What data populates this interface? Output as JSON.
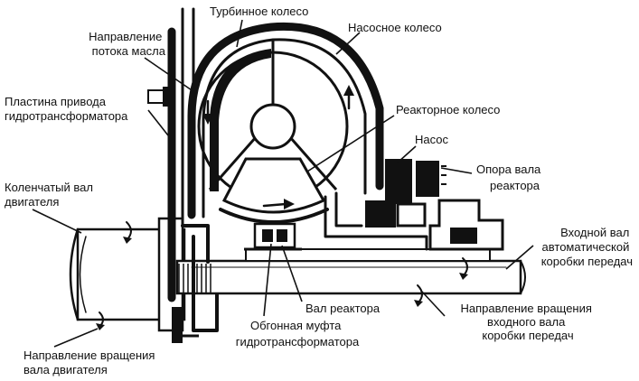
{
  "colors": {
    "ink": "#111111",
    "paper": "#ffffff"
  },
  "labels": {
    "turbine_wheel": "Турбинное колесо",
    "pump_wheel": "Насосное колесо",
    "oil_flow_direction": [
      "Направление",
      "потока масла"
    ],
    "converter_drive_plate": [
      "Пластина привода",
      "гидротрансформатора"
    ],
    "reactor_wheel": "Реакторное колесо",
    "pump": "Насос",
    "reactor_shaft_support": [
      "Опора вала",
      "реактора"
    ],
    "crankshaft": [
      "Коленчатый вал",
      "двигателя"
    ],
    "transmission_input_shaft": [
      "Входной вал",
      "автоматической",
      "коробки передач"
    ],
    "reactor_shaft": "Вал реактора",
    "overrunning_clutch": [
      "Обгонная муфта",
      "гидротрансформатора"
    ],
    "input_shaft_rotation": [
      "Направление вращения",
      "входного вала",
      "коробки передач"
    ],
    "engine_shaft_rotation": [
      "Направление вращения",
      "вала двигателя"
    ]
  },
  "icons": [
    "oil-flow-arrow-icon",
    "rotation-arrow-icon"
  ]
}
